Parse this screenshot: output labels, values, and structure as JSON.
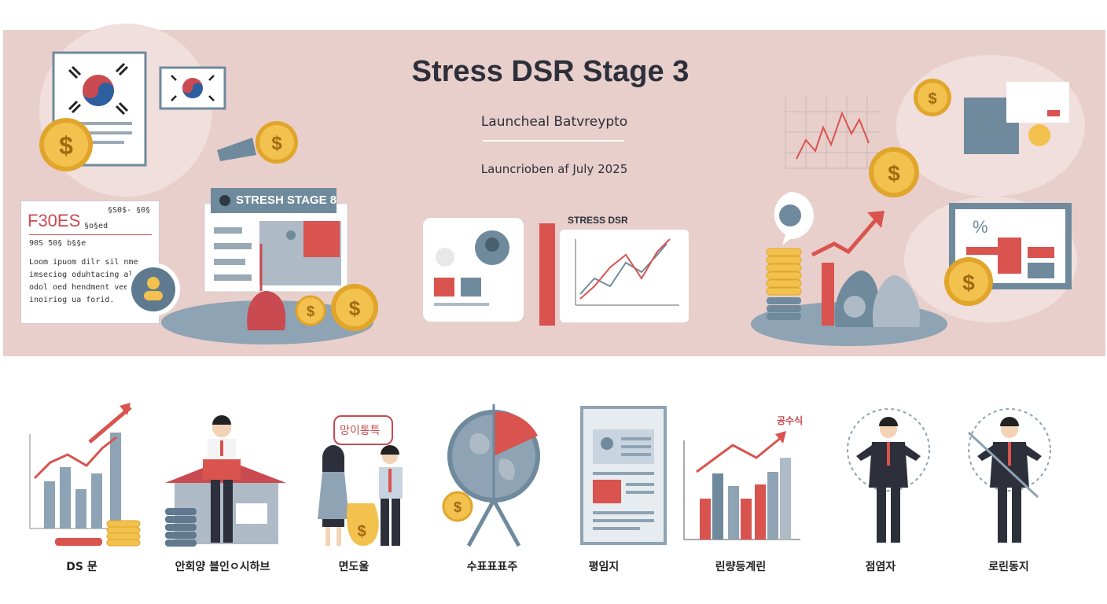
{
  "banner": {
    "title": "Stress DSR Stage 3",
    "subtitle": "Launcheal Batvreypto",
    "date_line": "Launcrioben af July 2025",
    "panel_label": "STRESH STAGE 8",
    "chart_label": "STRESS DSR",
    "left_card": {
      "heading": "F30ES",
      "tag1": "§S0$- §0§",
      "tag2": "§o§ed",
      "line0": "90S 50§ b§§e",
      "line1": "Loom ipuom  dilr sil nme",
      "line2": "imseciog oduhtacing alit.",
      "line3": "odol oed hendment vee,",
      "line4": "inoiriog ua forid."
    },
    "bubble_label": "망이통특"
  },
  "icons": {
    "flag": "korean-flag-icon",
    "coin": "dollar-coin-icon",
    "chart": "line-chart-icon"
  },
  "colors": {
    "banner": "#e8cfcc",
    "accent_red": "#d9534f",
    "slate": "#6f8a9c",
    "gold": "#f2c14e"
  },
  "bottom": {
    "items": [
      {
        "label": "DS 문"
      },
      {
        "label": "안회양 블인ㅇ시하브"
      },
      {
        "label": "면도울"
      },
      {
        "label": "수표표표주"
      },
      {
        "label": "평임지"
      },
      {
        "label": "린량등계린"
      },
      {
        "label": "점염자"
      },
      {
        "label": "로린동지"
      }
    ],
    "chart_tag": "공수식"
  }
}
